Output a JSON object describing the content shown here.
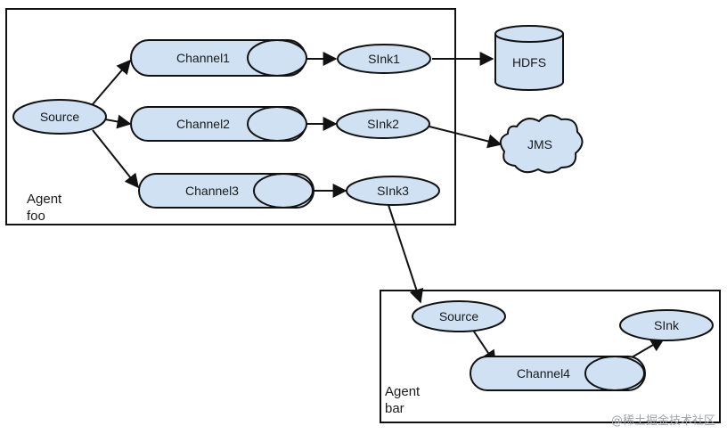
{
  "colors": {
    "node_fill": "#cfe1f3",
    "stroke": "#111111",
    "background": "#ffffff"
  },
  "agent_foo": {
    "label_line1": "Agent",
    "label_line2": "foo"
  },
  "agent_bar": {
    "label_line1": "Agent",
    "label_line2": "bar"
  },
  "nodes": {
    "source_foo": "Source",
    "channel1": "Channel1",
    "channel2": "Channel2",
    "channel3": "Channel3",
    "sink1": "SInk1",
    "sink2": "SInk2",
    "sink3": "SInk3",
    "hdfs": "HDFS",
    "jms": "JMS",
    "source_bar": "Source",
    "channel4": "Channel4",
    "sink_bar": "SInk"
  },
  "watermark": "@稀土掘金技术社区"
}
